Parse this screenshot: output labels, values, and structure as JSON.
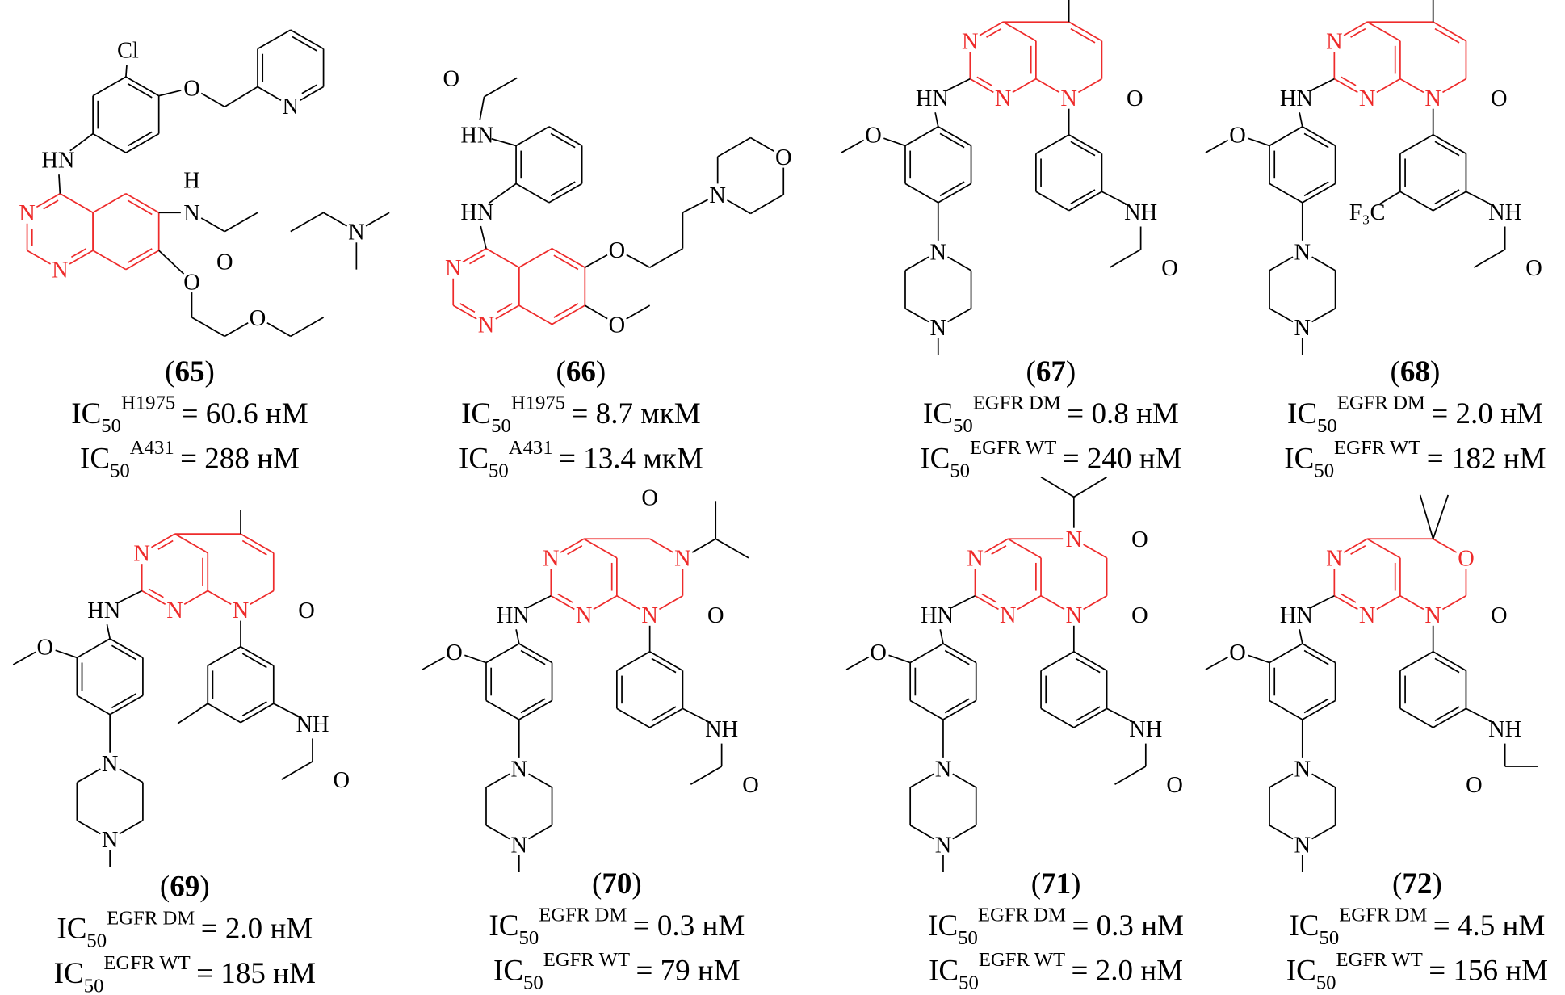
{
  "colors": {
    "core": "#ee2b2b",
    "bond": "#000000"
  },
  "atom_labels": {
    "N": "N",
    "O": "O",
    "HN": "HN",
    "NH": "NH",
    "Cl": "Cl",
    "H": "H",
    "F3C": "F₃C"
  },
  "ic_prefix": "IC",
  "ic_sub": "50",
  "paren_open": "(",
  "paren_close": ")",
  "compounds": [
    {
      "number": "65",
      "ic50": [
        {
          "target": "H1975",
          "value": "= 60.6 нМ"
        },
        {
          "target": "A431",
          "value": "= 288 нМ"
        }
      ]
    },
    {
      "number": "66",
      "ic50": [
        {
          "target": "H1975",
          "value": "= 8.7 мкМ"
        },
        {
          "target": "A431",
          "value": "= 13.4 мкМ"
        }
      ]
    },
    {
      "number": "67",
      "ic50": [
        {
          "target": "EGFR DM",
          "value": "= 0.8 нМ"
        },
        {
          "target": "EGFR WT",
          "value": "= 240 нМ"
        }
      ]
    },
    {
      "number": "68",
      "ic50": [
        {
          "target": "EGFR DM",
          "value": "= 2.0 нМ"
        },
        {
          "target": "EGFR WT",
          "value": "= 182 нМ"
        }
      ]
    },
    {
      "number": "69",
      "ic50": [
        {
          "target": "EGFR DM",
          "value": "= 2.0 нМ"
        },
        {
          "target": "EGFR WT",
          "value": "= 185 нМ"
        }
      ]
    },
    {
      "number": "70",
      "ic50": [
        {
          "target": "EGFR DM",
          "value": "= 0.3 нМ"
        },
        {
          "target": "EGFR WT",
          "value": "= 79 нМ"
        }
      ]
    },
    {
      "number": "71",
      "ic50": [
        {
          "target": "EGFR DM",
          "value": "= 0.3 нМ"
        },
        {
          "target": "EGFR WT",
          "value": "= 2.0 нМ"
        }
      ]
    },
    {
      "number": "72",
      "ic50": [
        {
          "target": "EGFR DM",
          "value": "= 4.5 нМ"
        },
        {
          "target": "EGFR WT",
          "value": "= 156 нМ"
        }
      ]
    }
  ]
}
